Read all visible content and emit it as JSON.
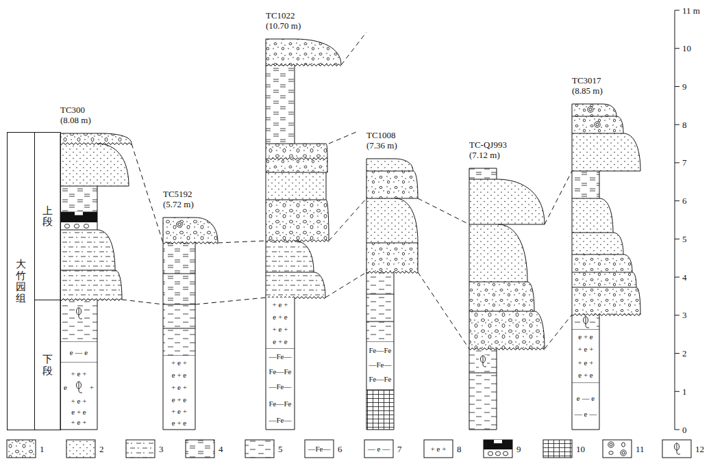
{
  "diagram": {
    "nodes": [
      {
        "text": [
          "大竹园组"
        ]
      },
      {
        "text": [
          "上段"
        ]
      },
      {
        "text": [
          "下段"
        ]
      },
      {
        "text": [
          "TC300",
          "(8.08 m)"
        ]
      },
      {
        "text": [
          "TC5192",
          "(5.72 m)"
        ]
      },
      {
        "text": [
          "TC1022",
          "(10.70 m)"
        ]
      },
      {
        "text": [
          "TC1008",
          "(7.36 m)"
        ]
      },
      {
        "text": [
          "TC-QJ993",
          "(7.12 m)"
        ]
      },
      {
        "text": [
          "TC3017",
          "(8.85 m)"
        ]
      }
    ],
    "edges": [
      {
        "from": 3,
        "to": 4,
        "arrow": "none"
      },
      {
        "from": 4,
        "to": 5,
        "arrow": "none"
      },
      {
        "from": 5,
        "to": 6,
        "arrow": "none"
      },
      {
        "from": 6,
        "to": 7,
        "arrow": "none"
      },
      {
        "from": 7,
        "to": 8,
        "arrow": "none"
      },
      {
        "from": 3,
        "to": 4,
        "arrow": "none"
      },
      {
        "from": 4,
        "to": 5,
        "arrow": "none"
      },
      {
        "from": 5,
        "to": 6,
        "arrow": "none"
      },
      {
        "from": 6,
        "to": 7,
        "arrow": "none"
      },
      {
        "from": 7,
        "to": 8,
        "arrow": "none"
      }
    ],
    "labels": [
      "11 m",
      "10",
      "9",
      "8",
      "7",
      "6",
      "5",
      "4",
      "3",
      "2",
      "1",
      "0",
      "e — e",
      "+ e +",
      "e",
      "+",
      "+ e +",
      "e + e",
      "+ e +",
      "+ e +",
      "e + e",
      "+ e +",
      "e + e",
      "+ e +",
      "e + e",
      "+ e +",
      "e + e",
      "+ e +",
      "e + e",
      "—Fe—",
      "Fe—Fe",
      "—Fe—",
      "Fe—Fe",
      "—Fe—",
      "Fe—Fe",
      "—Fe—",
      "Fe—Fe",
      "e + e",
      "+ e +",
      "+ e +",
      "e + e",
      "e — e",
      "— e —",
      "—Fe—",
      "— e —",
      "+ e +"
    ],
    "legend": [
      {
        "text": "1"
      },
      {
        "text": "2"
      },
      {
        "text": "3"
      },
      {
        "text": "4"
      },
      {
        "text": "5"
      },
      {
        "text": "6"
      },
      {
        "text": "7"
      },
      {
        "text": "8"
      },
      {
        "text": "9"
      },
      {
        "text": "10"
      },
      {
        "text": "11"
      },
      {
        "text": "12"
      }
    ]
  }
}
